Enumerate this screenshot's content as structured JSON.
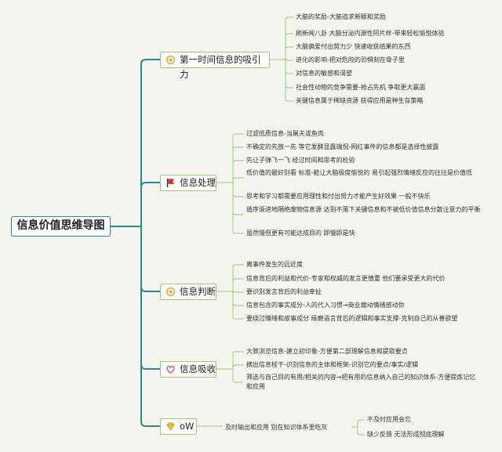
{
  "root": {
    "title": "信息价值思维导图"
  },
  "branches": [
    {
      "label": "第一时间信息的吸引力",
      "icon": "award-medal-icon",
      "leaves": [
        "大脑的奖励-大脑追求新颖和奖励",
        "刷新闻八卦 大脑分泌内源性阿片样-带来轻松愉悦体验",
        "大脑偏爱付出努力少 快速收获结果的东西",
        "进化的影响-把对危险的恐惧刻在骨子里",
        "对信息的敏感和渴望",
        "社会性动物的竞争需要-抢占先机 争取更大赢面",
        "关键信息属于稀缺资源 获得应用是种生存策略"
      ]
    },
    {
      "label": "信息处理",
      "icon": "red-flag-icon",
      "leaves": [
        "过滤低质信息-当屠夫或鱼肉",
        "不确定的先放一先 等它发酵显露端倪-网红事件的信息都是选择性披露",
        "先让子弹飞一飞 经过时间和思考的检验",
        "低价值的最好别看 标准-能让大脑极度愉悦的 易引起强烈情绪反应的往往是价值低",
        "思考和学习都需要应用理性和付出努力才能产生好效果 一般不快乐",
        "循序渐进地隔绝废物信息源 达到不落下关键信息和不被低价值信息分散注意力的平衡",
        "虽然慢但更有可能达成目的 即慢即是快"
      ]
    },
    {
      "label": "信息判断",
      "icon": "award-medal-icon",
      "leaves": [
        "离事件发生的远近度",
        "信息背后的利益和代价-专家和权威的发言更慎重 他们要承受更大的代价",
        "要识别发言背后的利益牵扯",
        "信息包含的事实成分-人的代入习惯→商业煽动情绪感动你",
        "要绕过情绪和故事成分 缘磨语言背后的逻辑和事实支撑-克制自己的从善欲望"
      ]
    },
    {
      "label": "信息吸收",
      "icon": "heart-icon",
      "leaves": [
        "大致浏览信息-建立初印象-方便第二部理解信息和提取要点",
        "摘出信息枝干-识别信息的主体和框架-识别它的要点/事实/逻辑",
        "筛选与自己目的有用/相关的内容→把有用的信息纳入自己的知识体系-方便提炼记忆和应用"
      ]
    },
    {
      "label": "oW",
      "icon": "diamond-icon",
      "mid": "及时输出和应用 别在知识体系里吃灰",
      "leaves": [
        "不及时应用会忘",
        "缺少反馈 无法形成彻底理解"
      ]
    }
  ]
}
